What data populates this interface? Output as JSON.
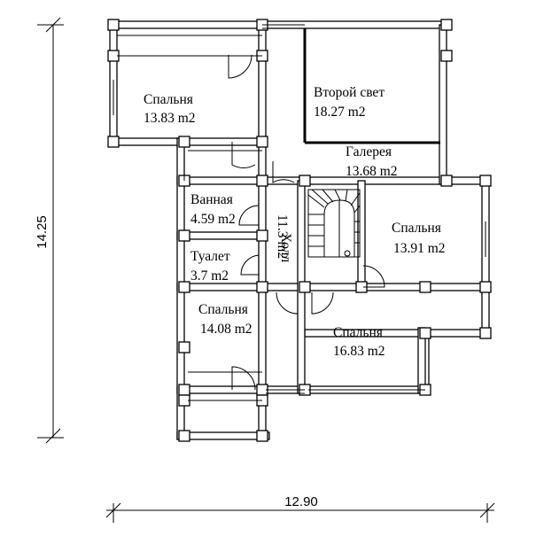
{
  "plan": {
    "rooms": [
      {
        "id": "bedroom-1",
        "name": "Спальня",
        "area": "13.83 m2"
      },
      {
        "id": "double-light",
        "name": "Второй свет",
        "area": "18.27 m2"
      },
      {
        "id": "gallery",
        "name": "Галерея",
        "area": "13.68 m2"
      },
      {
        "id": "bathroom",
        "name": "Ванная",
        "area": "4.59 m2"
      },
      {
        "id": "hall",
        "name": "Холл",
        "area": "11.3 m2"
      },
      {
        "id": "bedroom-2",
        "name": "Спальня",
        "area": "13.91 m2"
      },
      {
        "id": "toilet",
        "name": "Туалет",
        "area": "3.7 m2"
      },
      {
        "id": "bedroom-3",
        "name": "Спальня",
        "area": "14.08 m2"
      },
      {
        "id": "bedroom-4",
        "name": "Спальня",
        "area": "16.83 m2"
      }
    ],
    "dimensions": {
      "height": "14.25",
      "width": "12.90"
    }
  }
}
